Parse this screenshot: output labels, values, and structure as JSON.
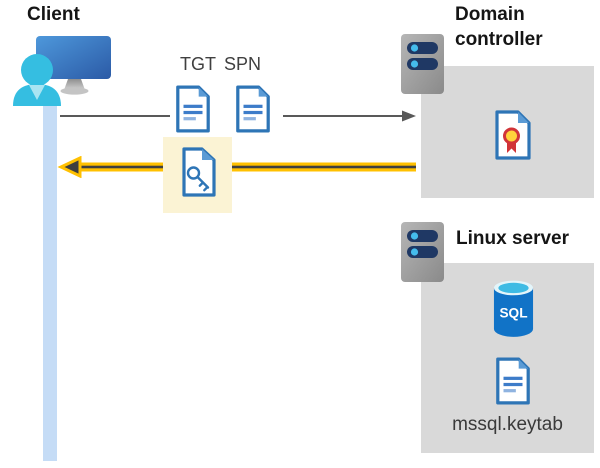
{
  "diagram": {
    "description": "Kerberos authentication flow between a client, domain controller and Linux server"
  },
  "labels": {
    "client": "Client",
    "tgt": "TGT",
    "spn": "SPN",
    "domain_controller": "Domain controller",
    "linux_server": "Linux server",
    "mssql_keytab": "mssql.keytab",
    "sql_badge": "SQL"
  },
  "icons": {
    "client": "client-computer-user-icon",
    "client_lifeline": "client-lifeline-bar",
    "request_arrow": "gray-right-arrow-icon",
    "ticket_return_arrow": "yellow-left-arrow-icon",
    "tgt_document": "tgt-document-icon",
    "spn_document": "spn-document-icon",
    "key_document": "key-ticket-document-icon",
    "domain_controller_server": "server-icon",
    "certificate": "certificate-document-icon",
    "linux_server": "server-icon",
    "sql_database": "sql-database-cylinder-icon",
    "keytab_document": "keytab-document-icon"
  },
  "colors": {
    "arrow_yellow": "#FFC000",
    "arrow_dark": "#3F3F3F",
    "arrow_gray": "#595959",
    "box_gray": "#D9D9D9",
    "highlight_yellow": "#FBF3D4",
    "lifeline_blue": "#C5DCF6",
    "document_blue": "#2E75B6",
    "document_fold_blue": "#5B9BD5",
    "server_bar_navy": "#1F3864",
    "server_dot_blue": "#45BCEC",
    "medal_yellow": "#FFD23B",
    "medal_red": "#D13438",
    "sql_body_blue": "#1173C7",
    "sql_top_cyan": "#3EBBE4",
    "person_teal": "#35BEE1"
  }
}
